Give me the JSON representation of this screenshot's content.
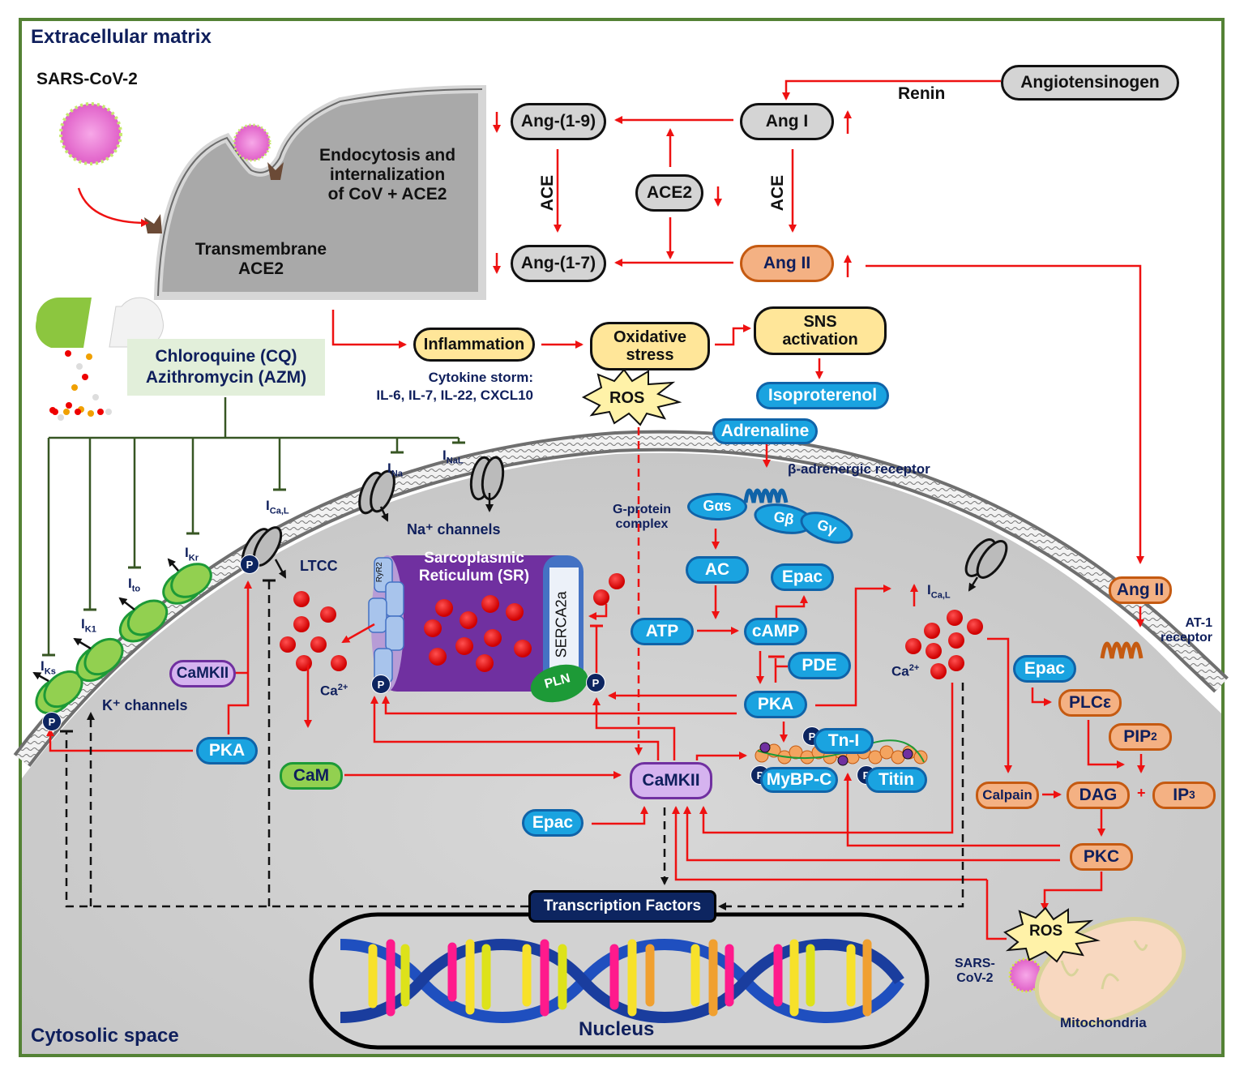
{
  "regions": {
    "extracellular": "Extracellular matrix",
    "cytosolic": "Cytosolic space",
    "nucleus": "Nucleus",
    "mitochondria": "Mitochondria"
  },
  "virus": {
    "label": "SARS-CoV-2",
    "mito_label_line1": "SARS-",
    "mito_label_line2": "CoV-2"
  },
  "entry": {
    "endocytosis_line1": "Endocytosis and",
    "endocytosis_line2": "internalization",
    "endocytosis_line3": "of CoV + ACE2",
    "transmembrane_line1": "Transmembrane",
    "transmembrane_line2": "ACE2"
  },
  "raas": {
    "angiotensinogen": "Angiotensinogen",
    "renin": "Renin",
    "ang_i": "Ang I",
    "ang_1_9": "Ang-(1-9)",
    "ang_1_7": "Ang-(1-7)",
    "ace2": "ACE2",
    "ang_ii": "Ang II",
    "ace_left": "ACE",
    "ace_right": "ACE",
    "trend_up": "↑",
    "trend_down": "↓"
  },
  "drugs": {
    "line1": "Chloroquine (CQ)",
    "line2": "Azithromycin (AZM)"
  },
  "inflammation": {
    "label": "Inflammation",
    "cytokine_line1": "Cytokine storm:",
    "cytokine_line2": "IL-6, IL-7, IL-22, CXCL10"
  },
  "oxidative": {
    "line1": "Oxidative",
    "line2": "stress",
    "ros": "ROS"
  },
  "sns": {
    "line1": "SNS",
    "line2": "activation",
    "isoproterenol": "Isoproterenol",
    "adrenaline": "Adrenaline",
    "beta_receptor": "β-adrenergic receptor",
    "gprotein_line1": "G-protein",
    "gprotein_line2": "complex",
    "gas": "Gαs",
    "gb": "Gβ",
    "gg": "Gγ"
  },
  "currents": {
    "iks": {
      "base": "I",
      "sub": "Ks"
    },
    "ik1": {
      "base": "I",
      "sub": "K1"
    },
    "ito": {
      "base": "I",
      "sub": "to"
    },
    "ikr": {
      "base": "I",
      "sub": "Kr"
    },
    "ical": {
      "base": "I",
      "sub": "Ca,L"
    },
    "ina": {
      "base": "I",
      "sub": "Na"
    },
    "inal": {
      "base": "I",
      "sub": "NaL"
    },
    "ical_right": {
      "base": "I",
      "sub": "Ca,L"
    }
  },
  "channels": {
    "k_channels": "K⁺ channels",
    "na_channels": "Na⁺ channels",
    "ltcc": "LTCC",
    "ca_label": "Ca",
    "ca_sup": "2+"
  },
  "sr": {
    "line1": "Sarcoplasmic",
    "line2": "Reticulum (SR)",
    "serca": "SERCA2a",
    "pln": "PLN",
    "ryr": "RyR2"
  },
  "camp_pathway": {
    "ac": "AC",
    "epac_top": "Epac",
    "atp": "ATP",
    "camp": "cAMP",
    "pde": "PDE",
    "pka_center": "PKA",
    "pka_left": "PKA",
    "camkii_left": "CaMKII",
    "camkii_center": "CaMKII",
    "cam": "CaM",
    "epac_bottom": "Epac",
    "tni": "Tn-I",
    "mybpc": "MyBP-C",
    "titin": "Titin",
    "phospho": "P"
  },
  "at1_pathway": {
    "ang_ii": "Ang II",
    "at1_line1": "AT-1",
    "at1_line2": "receptor",
    "epac": "Epac",
    "plce": "PLCε",
    "pip2": {
      "base": "PIP",
      "sub": "2"
    },
    "calpain": "Calpain",
    "dag": "DAG",
    "plus": "+",
    "ip3": {
      "base": "IP",
      "sub": "3"
    },
    "pkc": "PKC",
    "ros": "ROS"
  },
  "transcription": "Transcription Factors",
  "colors": {
    "frame": "#548235",
    "arrow_red": "#ee1111",
    "inhibit_green": "#375623",
    "navy": "#0f1f5c",
    "cell_grey": "#cfcfcf",
    "ca_red": "#e00000",
    "sr_purple": "#7030a0"
  }
}
